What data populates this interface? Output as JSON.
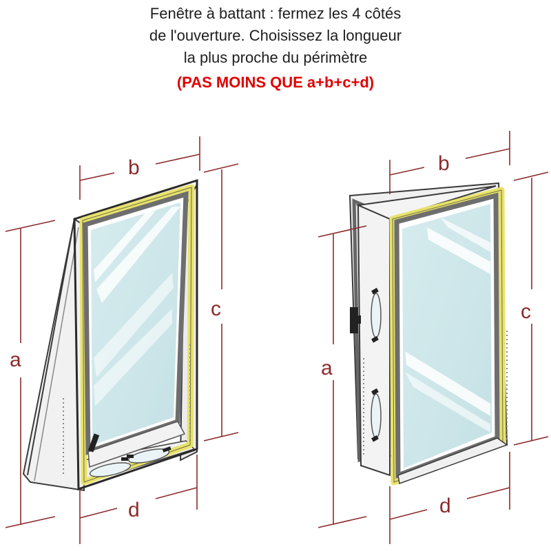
{
  "caption": {
    "line1": "Fenêtre à battant : fermez les 4 côtés",
    "line2": "de l'ouverture. Choisissez la longueur",
    "line3": "la plus proche du périmètre",
    "warning": "(PAS MOINS QUE a+b+c+d)"
  },
  "labels": {
    "a": "a",
    "b": "b",
    "c": "c",
    "d": "d"
  },
  "colors": {
    "dimension": "#8b2a2a",
    "warning": "#e00000",
    "seal": "#e8e26a",
    "glass": "#cfe7ea",
    "frame": "#777777"
  }
}
